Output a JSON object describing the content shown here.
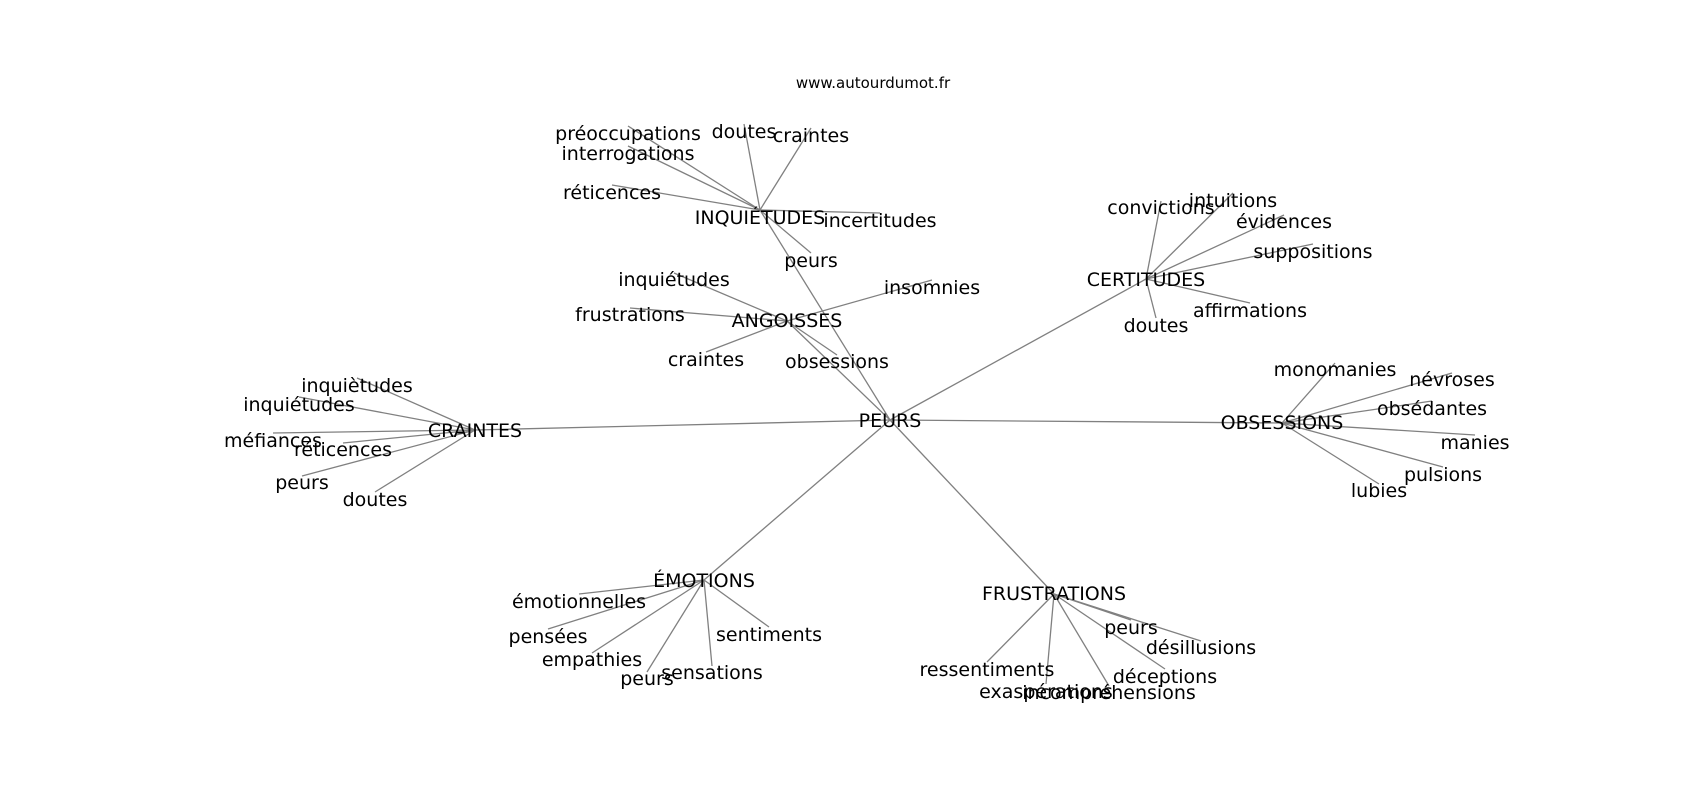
{
  "source": "www.autourdumot.fr",
  "center": "PEURS",
  "hubs": [
    {
      "id": "inquietudes",
      "label": "INQUIÉTUDES",
      "words": [
        "préoccupations",
        "doutes",
        "craintes",
        "interrogations",
        "réticences",
        "incertitudes",
        "peurs"
      ]
    },
    {
      "id": "angoisses",
      "label": "ANGOISSES",
      "words": [
        "inquiétudes",
        "frustrations",
        "insomnies",
        "craintes",
        "obsessions"
      ]
    },
    {
      "id": "certitudes",
      "label": "CERTITUDES",
      "words": [
        "convictions",
        "intuitions",
        "évidences",
        "suppositions",
        "affirmations",
        "doutes"
      ]
    },
    {
      "id": "craintes",
      "label": "CRAINTES",
      "words": [
        "inquiètudes",
        "inquiétudes",
        "méfiances",
        "réticences",
        "peurs",
        "doutes"
      ]
    },
    {
      "id": "obsessions",
      "label": "OBSESSIONS",
      "words": [
        "monomanies",
        "névroses",
        "obsédantes",
        "manies",
        "pulsions",
        "lubies"
      ]
    },
    {
      "id": "emotions",
      "label": "ÉMOTIONS",
      "words": [
        "émotionnelles",
        "pensées",
        "empathies",
        "peurs",
        "sensations",
        "sentiments"
      ]
    },
    {
      "id": "frustrations",
      "label": "FRUSTRATIONS",
      "words": [
        "ressentiments",
        "exaspérations",
        "incompréhensions",
        "déceptions",
        "désillusions",
        "peurs"
      ]
    }
  ]
}
